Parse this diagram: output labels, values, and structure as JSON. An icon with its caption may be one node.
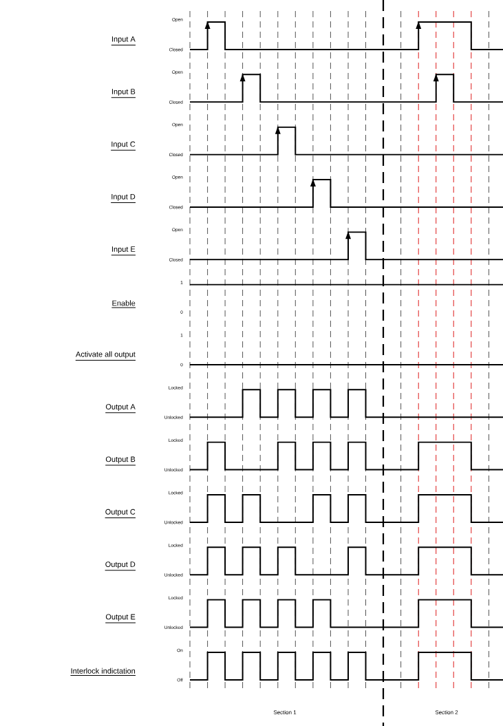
{
  "diagram": {
    "labels": [
      "Open",
      "Input A",
      "Closed",
      "Open",
      "Input B",
      "Closed",
      "Open",
      "Input C",
      "Closed",
      "Open",
      "Input D",
      "Closed",
      "Open",
      "Input E",
      "Closed",
      "1",
      "Enable",
      "0",
      "1",
      "Activate all output",
      "0",
      "Locked",
      "Output A",
      "Unlocked",
      "Locked",
      "Output B",
      "Unlocked",
      "Locked",
      "Output C",
      "Unlocked",
      "Locked",
      "Output D",
      "Unlocked",
      "Locked",
      "Output E",
      "Unlocked",
      "On",
      "Interlock indictation",
      "Off",
      "Section 1",
      "Section 2"
    ]
  }
}
